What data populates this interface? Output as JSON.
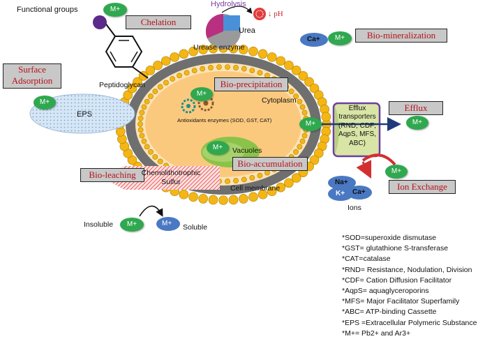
{
  "mechanisms": {
    "chelation": "Chelation",
    "bio_mineralization": "Bio-mineralization",
    "surface_adsorption": "Surface\nAdsorption",
    "bio_precipitation": "Bio-precipitation",
    "efflux": "Efflux",
    "bio_accumulation": "Bio-accumulation",
    "bio_leaching": "Bio-leaching",
    "ion_exchange": "Ion Exchange"
  },
  "labels": {
    "functional_groups": "Functional groups",
    "hydrolysis": "Hydrolysis",
    "ph": "↓ pH",
    "urea": "Urea",
    "urease_enzyme": "Urease enzyme",
    "peptidoglycan": "Peptidoglycan",
    "eps": "EPS",
    "cytoplasm": "Cytoplasm",
    "antioxidants": "Antioxidants enzymes (SOD, GST, CAT)",
    "vacuoles": "Vacuoles",
    "cell_membrane": "Cell membrane",
    "efflux_transporters": "Efflux\ntransporters\n(RND; CDF;\nAqpS, MFS,\nABC)",
    "chemolithotrophic": "Chemolithotrophic\nSulfur",
    "insoluble": "Insoluble",
    "soluble": "Soluble",
    "ions": "Ions",
    "metal_ion": "M+",
    "ca_ion": "Ca+",
    "na_ion": "Na+",
    "k_ion": "K+",
    "ca_ion2": "Ca+"
  },
  "legend": [
    "*SOD=superoxide dismutase",
    "*GST= glutathione S-transferase",
    "*CAT=catalase",
    "*RND= Resistance, Nodulation, Division",
    "*CDF= Cation Diffusion Facilitator",
    "*AqpS= aquaglyceroporins",
    "*MFS= Major Facilitator Superfamily",
    "*ABC= ATP-binding Cassette",
    "*EPS =Extracellular Polymeric Substance",
    "*M+= Pb2+ and Ar3+"
  ],
  "colors": {
    "box_fill": "#c8c8c8",
    "box_text": "#b5121b",
    "metal_green": "#2fa84f",
    "ion_blue": "#4a78c2",
    "bead_yellow": "#f3b614",
    "wall_grey": "#6f6f6f",
    "cytoplasm": "#fbc97e",
    "vacuole_green": "#8bc34a",
    "arrow_navy": "#1f3a7a",
    "arrow_red": "#d32f2f",
    "efflux_border": "#6b3fa0",
    "eps_blue": "#c8dcef"
  }
}
